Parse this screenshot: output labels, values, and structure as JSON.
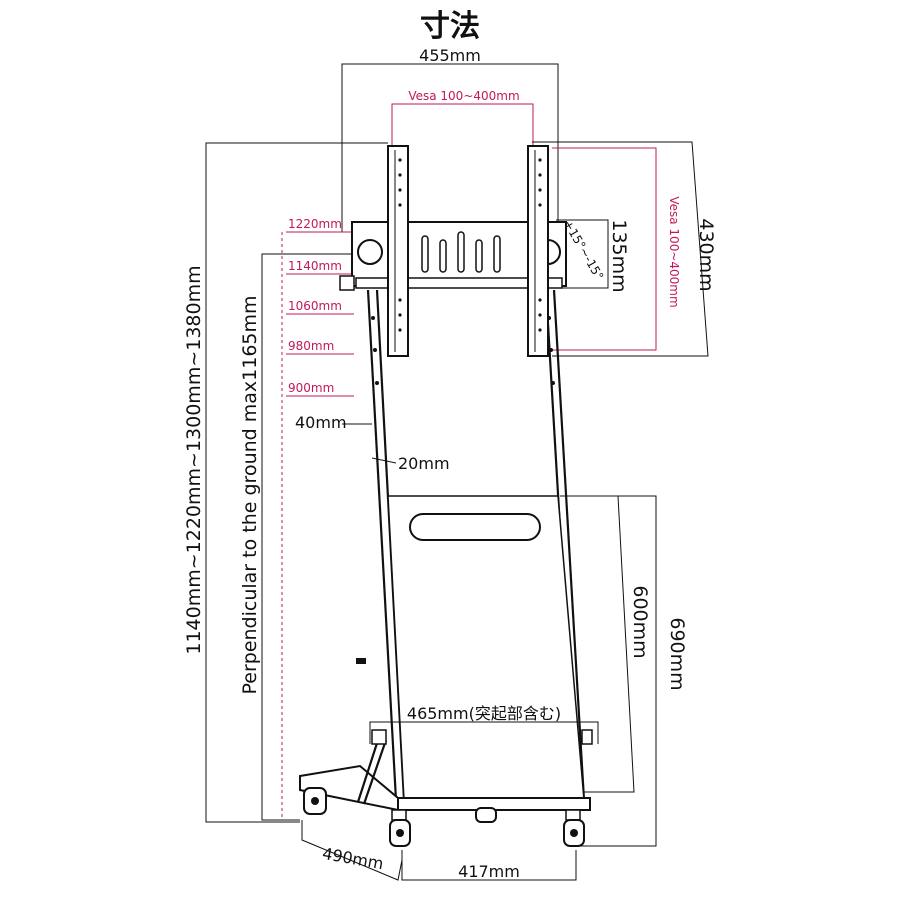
{
  "title": "寸法",
  "colors": {
    "dimension_line": "#111111",
    "pink_accent": "#c2185b",
    "background": "#ffffff"
  },
  "dimensions": {
    "top_width": "455mm",
    "vesa_horizontal": "Vesa 100~400mm",
    "vesa_vertical": "Vesa 100~400mm",
    "bracket_height": "430mm",
    "bracket_offset": "135mm",
    "tilt": "+15°~-15°",
    "total_height": "1140mm~1220mm~1300mm~1380mm",
    "perpendicular": "Perpendicular to the ground max1165mm",
    "pole_width": "40mm",
    "pole_depth": "20mm",
    "shelf_height": "600mm",
    "shelf_total_height": "690mm",
    "base_width": "465mm(突起部含む)",
    "base_depth": "490mm",
    "wheel_span": "417mm"
  },
  "height_levels": [
    "1220mm",
    "1140mm",
    "1060mm",
    "980mm",
    "900mm"
  ]
}
